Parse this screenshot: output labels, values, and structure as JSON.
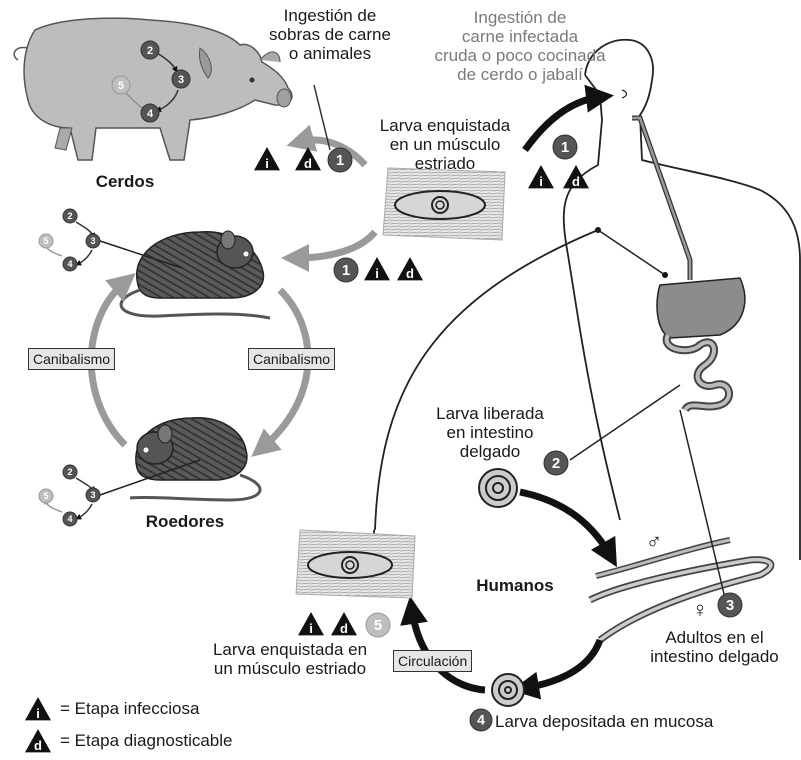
{
  "labels": {
    "pig_ingestion": [
      "Ingestión de",
      "sobras de carne",
      "o animales"
    ],
    "human_ingestion": [
      "Ingestión de",
      "carne infectada",
      "cruda o poco cocinada",
      "de cerdo o jabalí"
    ],
    "encysted_top": [
      "Larva enquistada",
      "en un músculo",
      "estriado"
    ],
    "pigs": "Cerdos",
    "rodents": "Roedores",
    "humans": "Humanos",
    "cannibalism_left": "Canibalismo",
    "cannibalism_right": "Canibalismo",
    "larva_released": [
      "Larva liberada",
      "en intestino",
      "delgado"
    ],
    "adults": [
      "Adultos en el",
      "intestino delgado"
    ],
    "encysted_bottom": [
      "Larva enquistada en",
      "un músculo estriado"
    ],
    "circulation": "Circulación",
    "deposited": "Larva depositada en mucosa",
    "male_symbol": "♂",
    "female_symbol": "♀"
  },
  "stages": {
    "one": "1",
    "two": "2",
    "three": "3",
    "four": "4",
    "five": "5",
    "infective_letter": "i",
    "diagnostic_letter": "d"
  },
  "legend": {
    "infective": "= Etapa infecciosa",
    "diagnostic": "= Etapa diagnosticable"
  },
  "colors": {
    "stage_dark": "#555555",
    "stage_light": "#bfbfbf",
    "arrow_grey": "#9a9a9a",
    "arrow_black": "#111111",
    "box_fill": "#e6e6e6"
  }
}
